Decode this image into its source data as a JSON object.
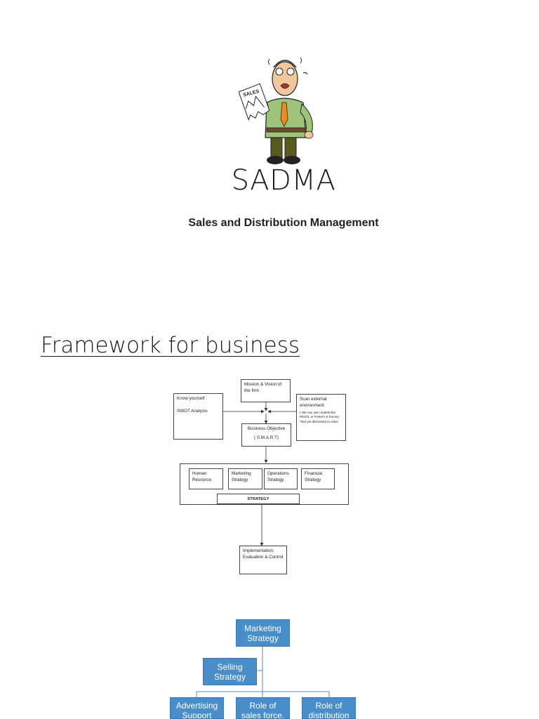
{
  "cover": {
    "illustration_icon": "frustrated-salesman-holding-sales-chart",
    "sales_sign_text": "SALES",
    "title": "SADMA",
    "subtitle": "Sales and Distribution Management"
  },
  "section": {
    "heading": "Framework for business"
  },
  "framework": {
    "mission": "Mission & Vision of the firm",
    "know_yourself": "Know yourself :",
    "swot": "SWOT Analysis",
    "scan_env": "Scan external environment",
    "scan_note_1": "( We can use models like PESTL or Porter's 5 forces)",
    "scan_note_2": "*Not yet discussed in class",
    "objective": "Business Objective",
    "smart": "( S.M.A.R.T)",
    "human_resource": "Human Resource",
    "marketing_strategy": "Marketing Strategy",
    "operations_strategy": "Operations Strategy",
    "financial_strategy": "Financial Strategy",
    "strategy": "STRATEGY",
    "implementation": "Implementation, Evaluation & Control"
  },
  "hierarchy": {
    "root": "Marketing Strategy",
    "selling": "Selling Strategy",
    "children": [
      "Advertising Support",
      "Role of sales force.",
      "Role of distribution"
    ]
  },
  "colors": {
    "hierarchy_fill": "#4a8ec9",
    "hierarchy_line": "#4a8ec9"
  }
}
